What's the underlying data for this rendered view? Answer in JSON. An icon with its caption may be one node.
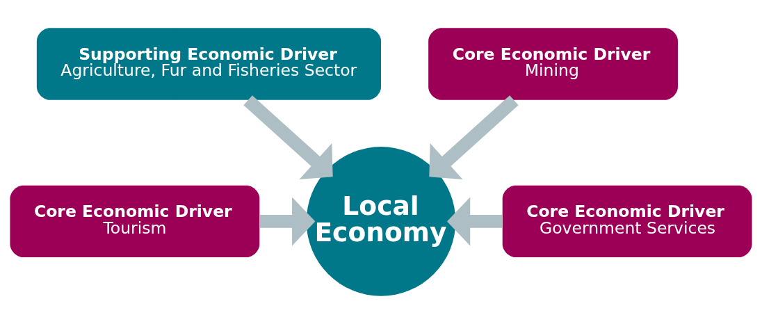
{
  "diagram": {
    "nodes": [
      {
        "text": [
          "Supporting Economic Driver",
          "Agriculture, Fur and Fisheries Sector"
        ]
      },
      {
        "text": [
          "Core Economic Driver",
          "Mining"
        ]
      },
      {
        "text": [
          "Core Economic Driver",
          "Tourism"
        ]
      },
      {
        "text": [
          "Core Economic Driver",
          "Government Services"
        ]
      },
      {
        "text": [
          "Local Economy"
        ]
      }
    ],
    "edges": [
      {
        "from": 0,
        "to": 4,
        "arrow": "to"
      },
      {
        "from": 1,
        "to": 4,
        "arrow": "to"
      },
      {
        "from": 2,
        "to": 4,
        "arrow": "to"
      },
      {
        "from": 3,
        "to": 4,
        "arrow": "to"
      }
    ]
  }
}
